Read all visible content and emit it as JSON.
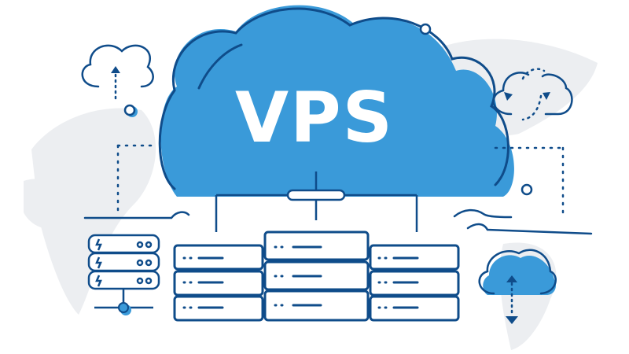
{
  "title": "VPS",
  "colors": {
    "cloud_fill": "#3a9ad9",
    "outline": "#0f4c8a",
    "map": "#eceef1",
    "background": "#ffffff",
    "text": "#ffffff"
  },
  "elements": {
    "main_cloud_label": "VPS",
    "server_racks": 3,
    "small_server_units": 3,
    "icons": [
      "cloud-upload-icon",
      "cloud-sync-icon",
      "cloud-download-icon",
      "server-stack-icon",
      "world-map-background"
    ]
  }
}
